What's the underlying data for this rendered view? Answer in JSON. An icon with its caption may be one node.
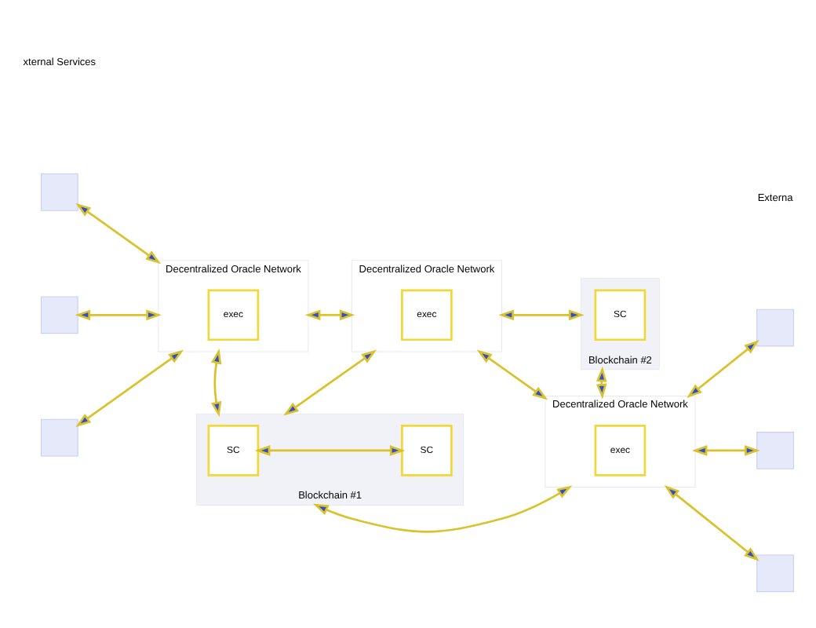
{
  "diagram": {
    "nodes": [
      {
        "text": [
          "Decentralized Oracle Network"
        ]
      },
      {
        "text": [
          "exec"
        ],
        "in": 0
      },
      {
        "text": [
          "Decentralized Oracle Network"
        ]
      },
      {
        "text": [
          "exec"
        ],
        "in": 2
      },
      {
        "text": [
          "Decentralized Oracle Network"
        ]
      },
      {
        "text": [
          "exec"
        ],
        "in": 4
      },
      {
        "text": [],
        "shape": "box"
      },
      {
        "text": [],
        "shape": "box"
      },
      {
        "text": [],
        "shape": "box"
      },
      {
        "text": [],
        "shape": "box"
      },
      {
        "text": [],
        "shape": "box"
      },
      {
        "text": [],
        "shape": "box"
      },
      {
        "text": [
          "Blockchain #1"
        ]
      },
      {
        "text": [
          "SC"
        ],
        "in": 12
      },
      {
        "text": [
          "SC"
        ],
        "in": 12
      },
      {
        "text": [
          "Blockchain #2"
        ]
      },
      {
        "text": [
          "SC"
        ],
        "in": 15
      }
    ],
    "edges": [
      {
        "from": 6,
        "to": 0,
        "arrow": "both"
      },
      {
        "from": 7,
        "to": 0,
        "arrow": "both"
      },
      {
        "from": 8,
        "to": 0,
        "arrow": "both"
      },
      {
        "from": 0,
        "to": 2,
        "arrow": "both"
      },
      {
        "from": 2,
        "to": 4,
        "arrow": "both"
      },
      {
        "from": 4,
        "to": 9,
        "arrow": "both"
      },
      {
        "from": 4,
        "to": 10,
        "arrow": "both"
      },
      {
        "from": 4,
        "to": 11,
        "arrow": "both"
      },
      {
        "from": 0,
        "to": 12,
        "arrow": "both"
      },
      {
        "from": 2,
        "to": 12,
        "arrow": "both"
      },
      {
        "from": 2,
        "to": 15,
        "arrow": "both"
      },
      {
        "from": 4,
        "to": 12,
        "arrow": "both"
      },
      {
        "from": 4,
        "to": 15,
        "arrow": "both"
      },
      {
        "from": 13,
        "to": 14,
        "arrow": "both"
      }
    ],
    "labels": [
      "xternal Services",
      "Externa"
    ]
  }
}
